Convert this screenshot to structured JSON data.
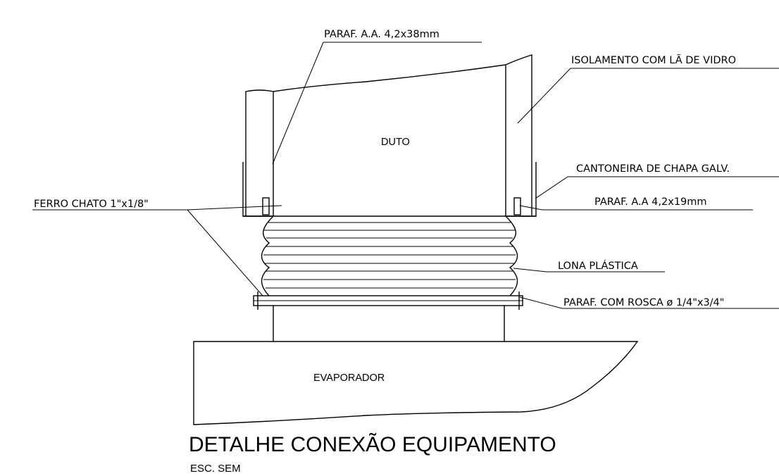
{
  "labels": {
    "paraf_38": "PARAF. A.A. 4,2x38mm",
    "isolamento": "ISOLAMENTO COM LÃ DE VIDRO",
    "cantoneira": "CANTONEIRA DE CHAPA GALV.",
    "paraf_19": "PARAF. A.A 4,2x19mm",
    "ferro_chato": "FERRO CHATO 1\"x1/8\"",
    "lona": "LONA PLÁSTICA",
    "paraf_rosca": "PARAF. COM ROSCA ø 1/4\"x3/4\"",
    "duto": "DUTO",
    "evaporador": "EVAPORADOR"
  },
  "title": "DETALHE CONEXÃO EQUIPAMENTO",
  "scale": "ESC. SEM"
}
